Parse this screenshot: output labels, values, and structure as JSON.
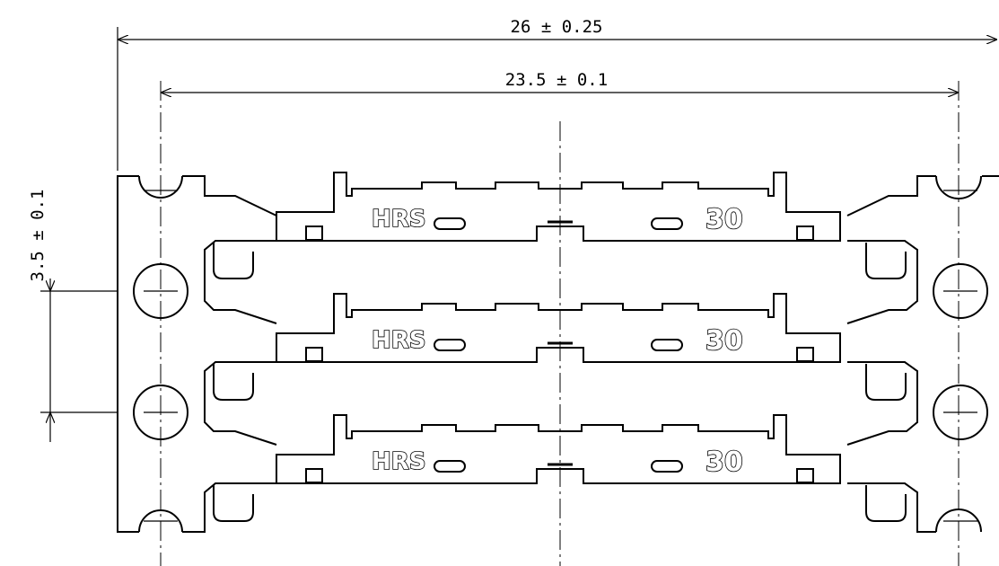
{
  "dimensions": {
    "overall_width": "26 ± 0.25",
    "pitch_width": "23.5 ± 0.1",
    "row_pitch": "3.5 ± 0.1"
  },
  "parts": [
    {
      "logo": "HRS",
      "code": "30"
    },
    {
      "logo": "HRS",
      "code": "30"
    },
    {
      "logo": "HRS",
      "code": "30"
    }
  ]
}
